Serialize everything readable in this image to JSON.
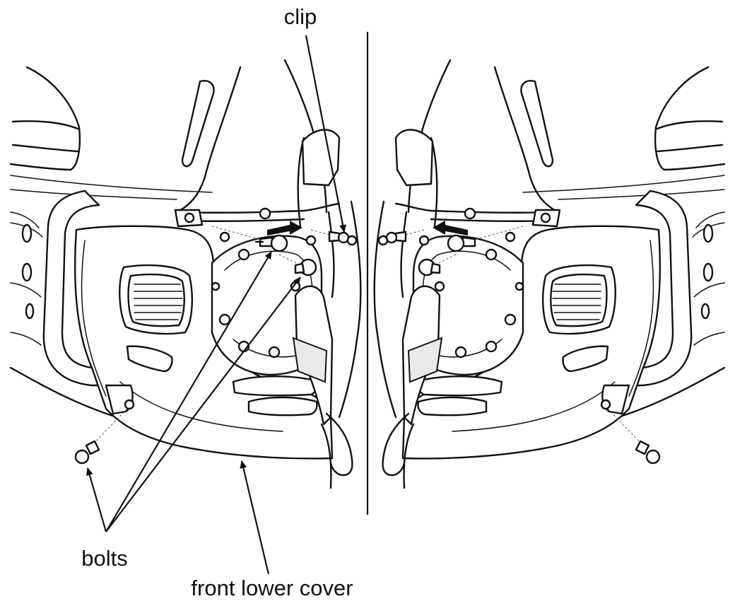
{
  "labels": {
    "clip": "clip",
    "bolts": "bolts",
    "front_lower_cover": "front lower cover"
  }
}
